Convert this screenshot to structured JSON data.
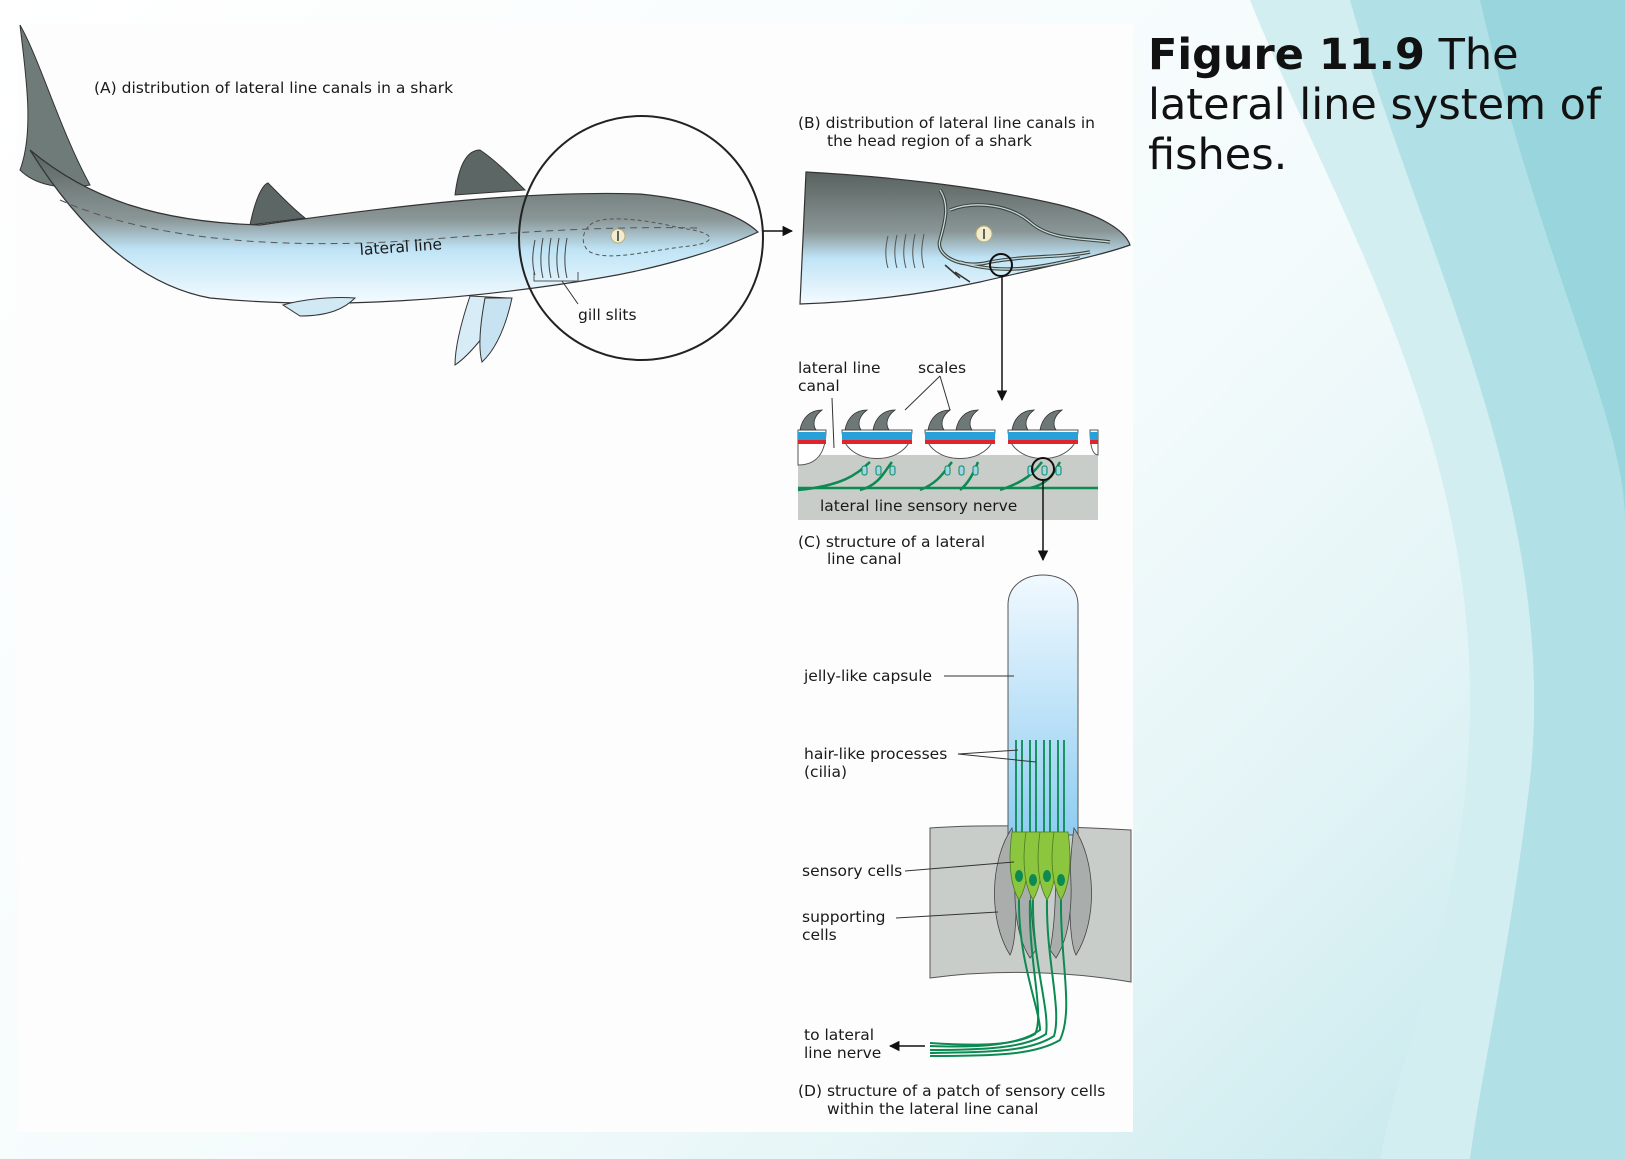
{
  "figure": {
    "number": "Figure 11.9",
    "caption": "The lateral line system of fishes."
  },
  "panel_a": {
    "title": "(A) distribution of lateral line canals in a shark",
    "lateral_line_label": "lateral line",
    "gill_slits_label": "gill slits"
  },
  "panel_b": {
    "title_line1": "(B) distribution of lateral line canals in",
    "title_line2": "the head region of a shark"
  },
  "panel_c": {
    "canal_label_line1": "lateral line",
    "canal_label_line2": "canal",
    "scales_label": "scales",
    "nerve_label": "lateral line sensory nerve",
    "title_line1": "(C) structure of a lateral",
    "title_line2": "line canal"
  },
  "panel_d": {
    "capsule_label": "jelly-like capsule",
    "cilia_label_line1": "hair-like processes",
    "cilia_label_line2": "(cilia)",
    "sensory_label": "sensory cells",
    "supporting_label_line1": "supporting",
    "supporting_label_line2": "cells",
    "nerve_label_line1": "to lateral",
    "nerve_label_line2": "line nerve",
    "title_line1": "(D) structure of a patch of sensory cells",
    "title_line2": "within the lateral line canal"
  },
  "colors": {
    "shark_dark": "#5d6865",
    "shark_light": "#cfe8f5",
    "canal_red": "#e0242c",
    "canal_blue": "#2aa0d8",
    "nerve_green": "#0d8a52",
    "sensory_green": "#8cc63f",
    "tissue_gray": "#c9cdca"
  }
}
